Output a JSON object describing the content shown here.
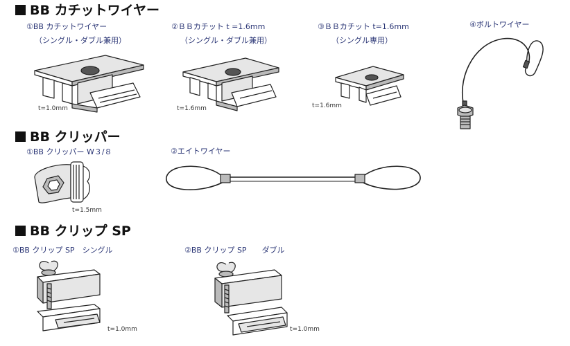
{
  "sections": {
    "kachit": {
      "title": "BB カチットワイヤー"
    },
    "clipper": {
      "title": "BB クリッパー"
    },
    "clipsp": {
      "title": "BB クリップ SP"
    }
  },
  "items": {
    "kachit_wire": {
      "line1": "①BB カチットワイヤー",
      "line2": "（シングル・ダブル兼用）",
      "thickness": "t=1.0mm"
    },
    "kachit_16_dual": {
      "line1": "②ＢＢカチット t =1.6mm",
      "line2": "（シングル・ダブル兼用）",
      "thickness": "t=1.6mm"
    },
    "kachit_16_single": {
      "line1": "③ＢＢカチット t=1.6mm",
      "line2": "（シングル専用）",
      "thickness": "t=1.6mm"
    },
    "bolt_wire": {
      "line1": "④ボルトワイヤー"
    },
    "clipper_w38": {
      "line1": "①BB クリッパー W３/８",
      "thickness": "t=1.5mm"
    },
    "eight_wire": {
      "line1": "②エイトワイヤー"
    },
    "clip_sp_single": {
      "line1": "①BB クリップ SP　シングル",
      "thickness": "t=1.0mm"
    },
    "clip_sp_double": {
      "line1": "②BB クリップ SP　　ダブル",
      "thickness": "t=1.0mm"
    }
  },
  "icons": {
    "kachit_wire": "kachit-bracket-icon",
    "kachit_16_dual": "kachit-bracket-icon",
    "kachit_16_single": "kachit-small-bracket-icon",
    "bolt_wire": "bolt-wire-icon",
    "clipper_w38": "clipper-icon",
    "eight_wire": "eight-wire-icon",
    "clip_sp_single": "clip-sp-single-icon",
    "clip_sp_double": "clip-sp-double-icon"
  }
}
